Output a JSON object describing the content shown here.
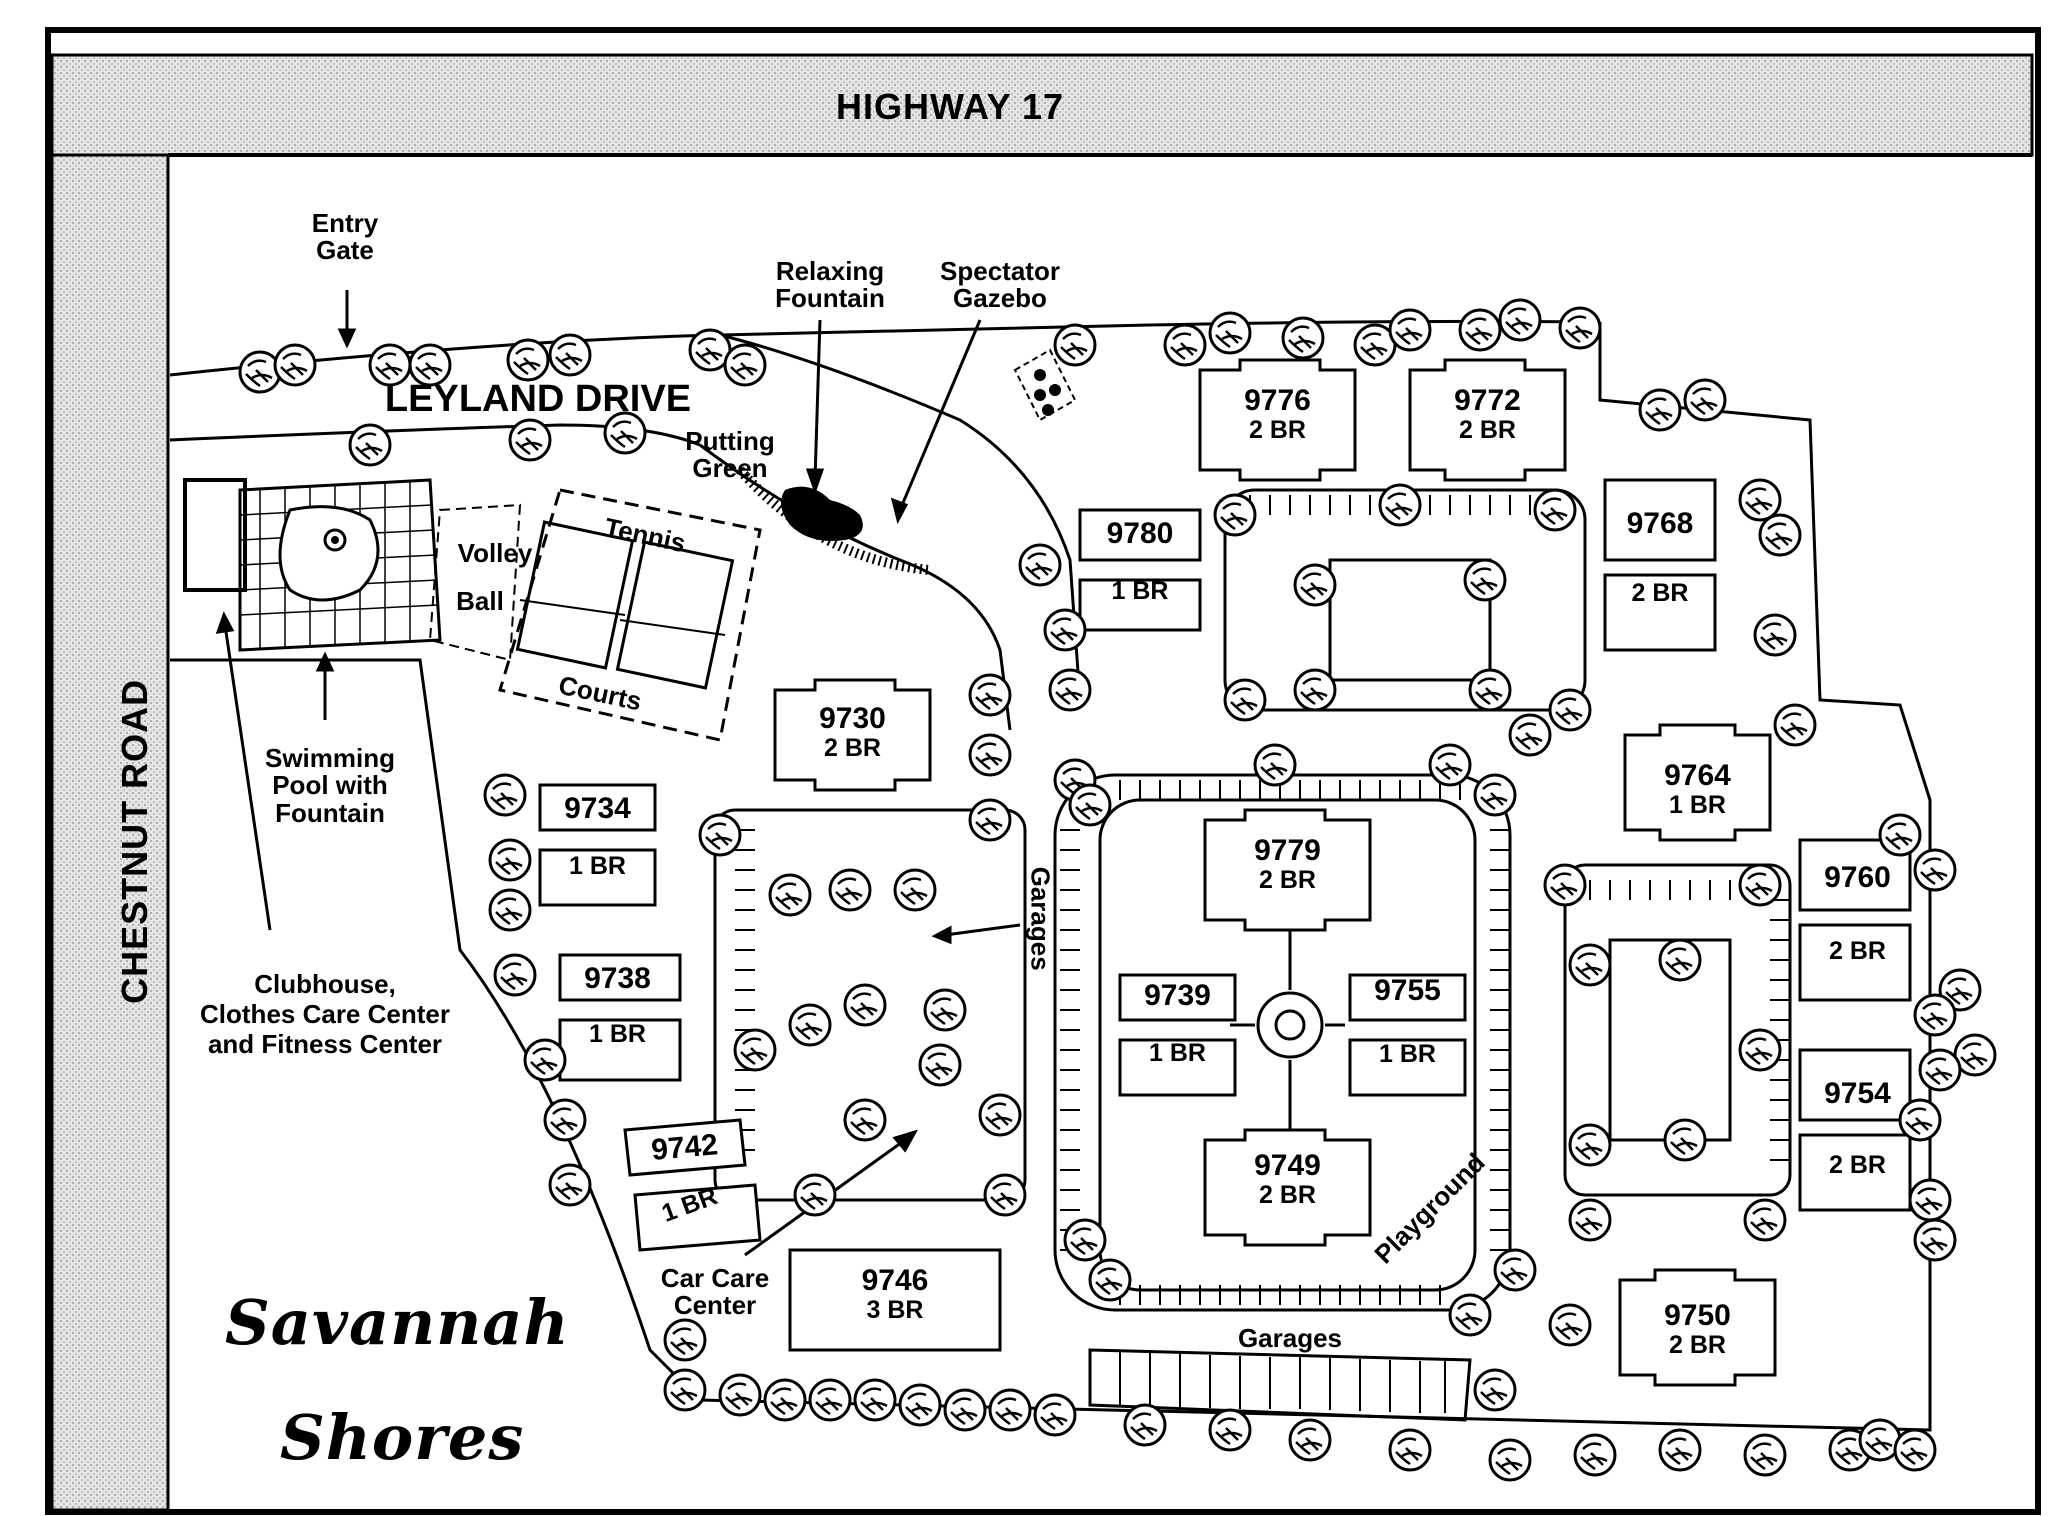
{
  "roads": {
    "highway": "HIGHWAY 17",
    "side_road": "CHESTNUT ROAD",
    "drive": "LEYLAND DRIVE"
  },
  "amenities": {
    "entry_gate": [
      "Entry",
      "Gate"
    ],
    "relaxing_fountain": [
      "Relaxing",
      "Fountain"
    ],
    "spectator_gazebo": [
      "Spectator",
      "Gazebo"
    ],
    "putting_green": [
      "Putting",
      "Green"
    ],
    "tennis": "Tennis",
    "courts": "Courts",
    "volley": "Volley",
    "ball": "Ball",
    "swimming_pool": [
      "Swimming",
      "Pool with",
      "Fountain"
    ],
    "clubhouse": [
      "Clubhouse,",
      "Clothes Care Center",
      "and Fitness Center"
    ],
    "car_care": [
      "Car Care",
      "Center"
    ],
    "garages_vertical": "Garages",
    "garages_bottom": "Garages",
    "playground": "Playground"
  },
  "buildings": {
    "b9776": {
      "num": "9776",
      "br": "2 BR"
    },
    "b9772": {
      "num": "9772",
      "br": "2 BR"
    },
    "b9780": {
      "num": "9780",
      "br": "1 BR"
    },
    "b9768": {
      "num": "9768",
      "br": "2 BR"
    },
    "b9730": {
      "num": "9730",
      "br": "2 BR"
    },
    "b9734": {
      "num": "9734",
      "br": "1 BR"
    },
    "b9738": {
      "num": "9738",
      "br": "1 BR"
    },
    "b9742": {
      "num": "9742",
      "br": "1 BR"
    },
    "b9746": {
      "num": "9746",
      "br": "3 BR"
    },
    "b9779": {
      "num": "9779",
      "br": "2 BR"
    },
    "b9739": {
      "num": "9739",
      "br": "1 BR"
    },
    "b9755": {
      "num": "9755",
      "br": "1 BR"
    },
    "b9749": {
      "num": "9749",
      "br": "2 BR"
    },
    "b9764": {
      "num": "9764",
      "br": "1 BR"
    },
    "b9760": {
      "num": "9760",
      "br": "2 BR"
    },
    "b9754": {
      "num": "9754",
      "br": "2 BR"
    },
    "b9750": {
      "num": "9750",
      "br": "2 BR"
    }
  },
  "brand": {
    "line1": "Savannah",
    "line2": "Shores"
  },
  "colors": {
    "ink": "#000000",
    "road_fill": "#d9d9d9",
    "paper": "#ffffff"
  }
}
